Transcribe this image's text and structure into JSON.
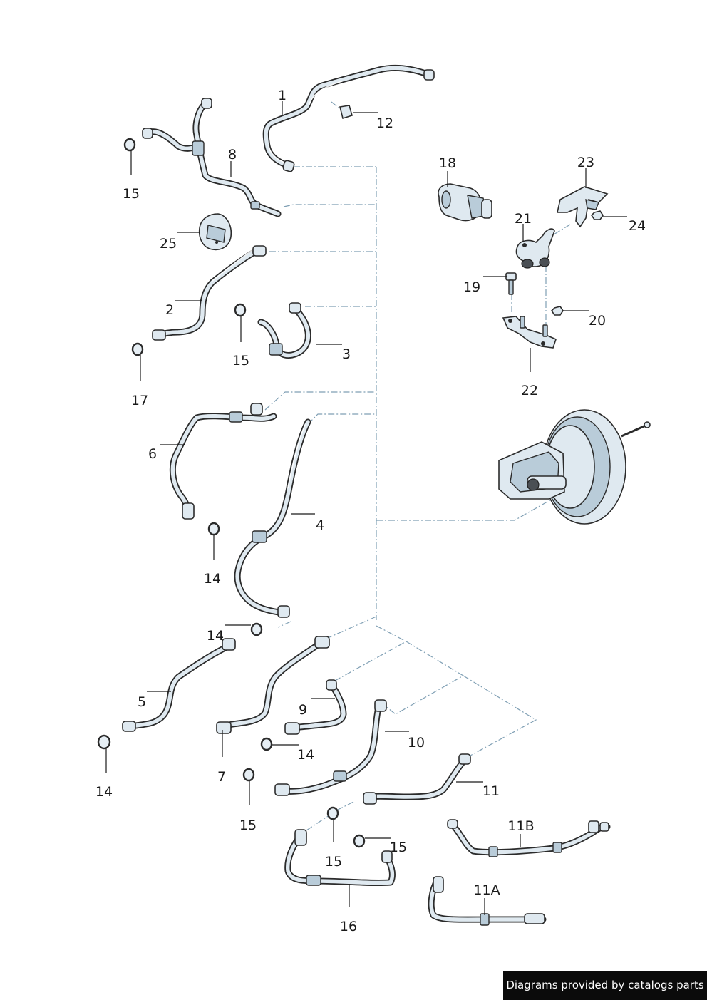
{
  "callouts": {
    "c1": "1",
    "c2": "2",
    "c3": "3",
    "c4": "4",
    "c5": "5",
    "c6": "6",
    "c7": "7",
    "c8": "8",
    "c9": "9",
    "c10": "10",
    "c11": "11",
    "c11a": "11A",
    "c11b": "11B",
    "c12": "12",
    "c14a": "14",
    "c14b": "14",
    "c14c": "14",
    "c14d": "14",
    "c15a": "15",
    "c15b": "15",
    "c15c": "15",
    "c15d": "15",
    "c15e": "15",
    "c16": "16",
    "c17": "17",
    "c18": "18",
    "c19": "19",
    "c20": "20",
    "c21": "21",
    "c22": "22",
    "c23": "23",
    "c24": "24",
    "c25": "25"
  },
  "watermark": "Diagrams provided by catalogs parts",
  "colors": {
    "hose_fill": "#dfe9f0",
    "outline": "#2b2b2b",
    "guide_line": "#7f9fb4",
    "watermark_bg": "#0b0b0b",
    "watermark_text": "#ffffff"
  }
}
